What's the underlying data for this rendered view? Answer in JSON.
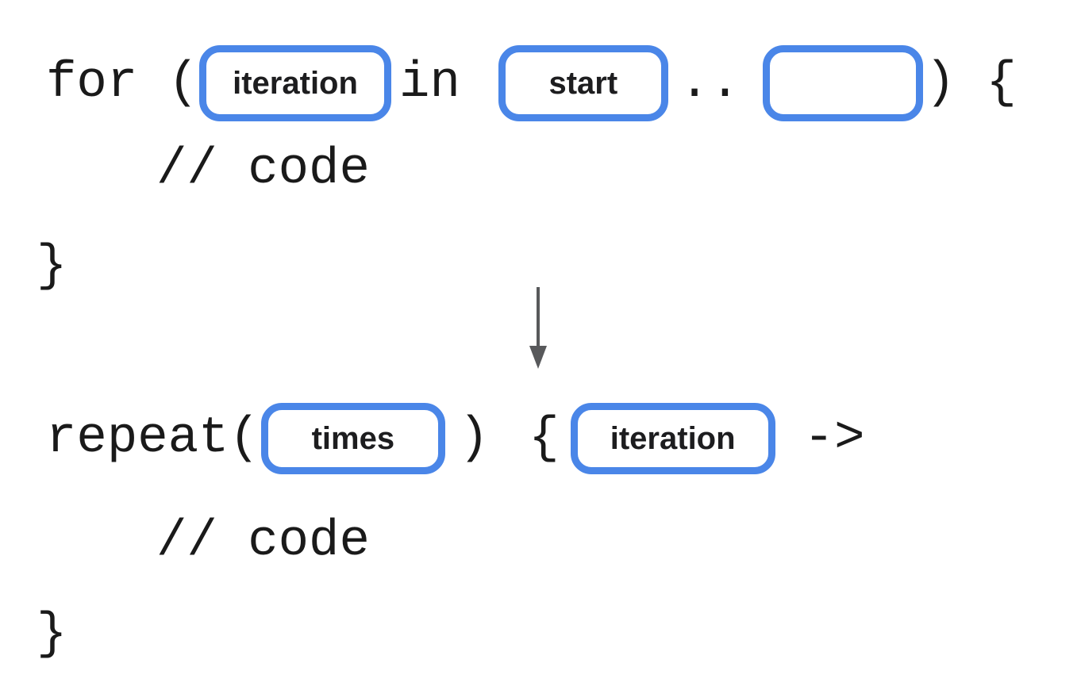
{
  "colors": {
    "background": "#ffffff",
    "code_text": "#1a1a1a",
    "placeholder_border": "#4a86e8",
    "placeholder_text": "#1d1d1f",
    "arrow": "#58595b"
  },
  "icons": {
    "transform_arrow": "down-arrow-icon"
  },
  "for_block": {
    "open": "for (",
    "placeholder_iteration": "iteration",
    "keyword_in": "in",
    "placeholder_start": "start",
    "range_operator": "..",
    "close": ") {",
    "body_comment": "// code",
    "closing_brace": "}"
  },
  "repeat_block": {
    "open": "repeat(",
    "placeholder_times": "times",
    "close_paren": ")",
    "open_brace": "{",
    "placeholder_iteration": "iteration",
    "lambda_arrow": "->",
    "body_comment": "// code",
    "closing_brace": "}"
  }
}
